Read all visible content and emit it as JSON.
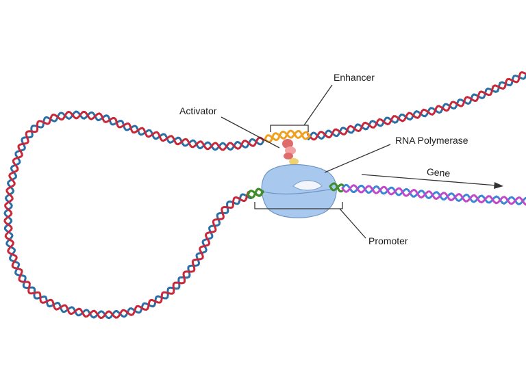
{
  "labels": {
    "enhancer": "Enhancer",
    "activator": "Activator",
    "rna_polymerase": "RNA Polymerase",
    "gene": "Gene",
    "promoter": "Promoter"
  },
  "colors": {
    "strand_red": "#c8283a",
    "strand_blue": "#2a6ea6",
    "enhancer_orange": "#f0a020",
    "promoter_green": "#3f8c2a",
    "gene_purple": "#c149c8",
    "gene_blue": "#3a86d8",
    "activator_red": "#e06b6b",
    "activator_pink": "#f2a2a2",
    "activator_yellow": "#f1d271",
    "polymerase_fill": "#a9c8ee",
    "polymerase_stroke": "#6f95c7"
  }
}
